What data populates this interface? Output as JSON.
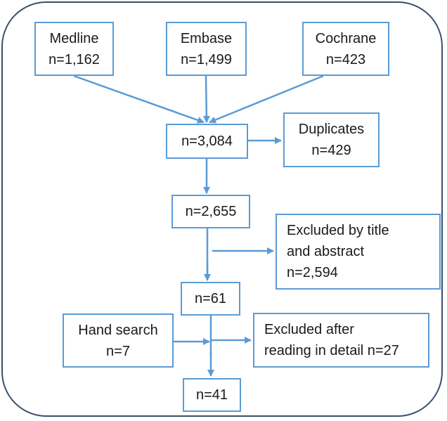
{
  "nodes": {
    "medline": {
      "name": "Medline",
      "count": "n=1,162"
    },
    "embase": {
      "name": "Embase",
      "count": "n=1,499"
    },
    "cochrane": {
      "name": "Cochrane",
      "count": "n=423"
    },
    "combined": {
      "count": "n=3,084"
    },
    "duplicates": {
      "name": "Duplicates",
      "count": "n=429"
    },
    "after_duplicates": {
      "count": "n=2,655"
    },
    "excluded_title_abstract": {
      "line1": "Excluded by title",
      "line2": "and abstract",
      "count": "n=2,594"
    },
    "after_screening": {
      "count": "n=61"
    },
    "hand_search": {
      "name": "Hand search",
      "count": "n=7"
    },
    "excluded_detail": {
      "line1": "Excluded after",
      "line2": "reading in detail n=27"
    },
    "final": {
      "count": "n=41"
    }
  },
  "colors": {
    "box_border": "#5b9bd5",
    "arrow": "#5b9bd5",
    "outer_frame": "#3a4f6b",
    "text": "#1a1a1a"
  }
}
